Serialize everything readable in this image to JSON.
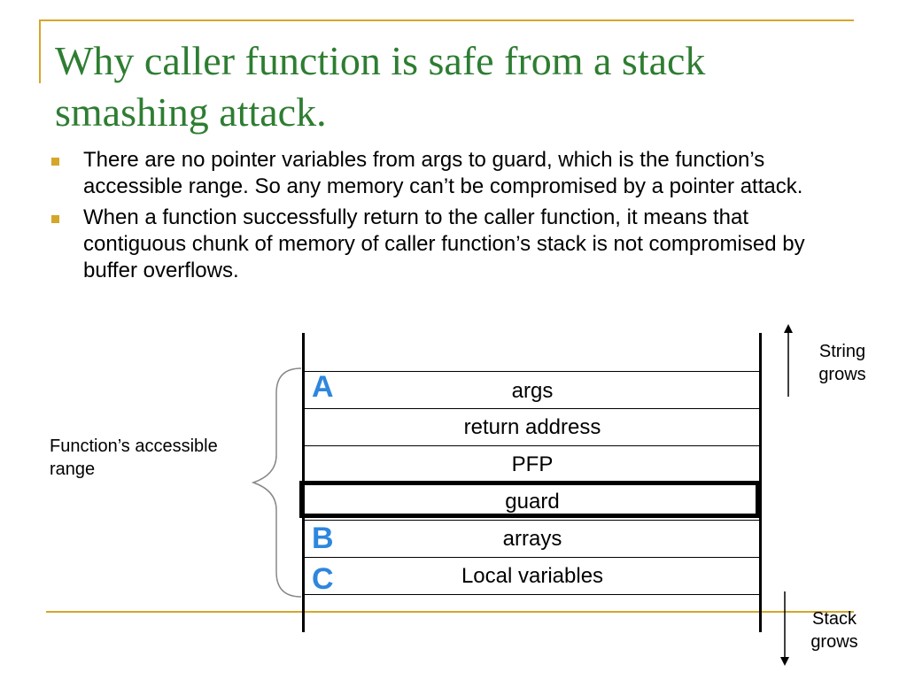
{
  "slide": {
    "title": "Why caller function is safe from a stack smashing attack.",
    "bullets": [
      "There are no pointer variables from args to guard, which is the function’s accessible range.  So any memory can’t be compromised by a pointer attack.",
      "When a function successfully return to the caller function, it means that contiguous chunk of memory of caller function’s stack is not compromised by buffer overflows."
    ]
  },
  "diagram": {
    "cells": {
      "args": "args",
      "return_address": "return address",
      "pfp": "PFP",
      "guard": "guard",
      "arrays": "arrays",
      "local_variables": "Local variables"
    },
    "markers": {
      "a": "A",
      "b": "B",
      "c": "C"
    },
    "range_label": "Function’s accessible range",
    "string_grows": "String grows",
    "stack_grows": "Stack grows"
  },
  "colors": {
    "title": "#2e7d32",
    "accent_gold": "#d4a62a",
    "marker_blue": "#2e86de"
  }
}
